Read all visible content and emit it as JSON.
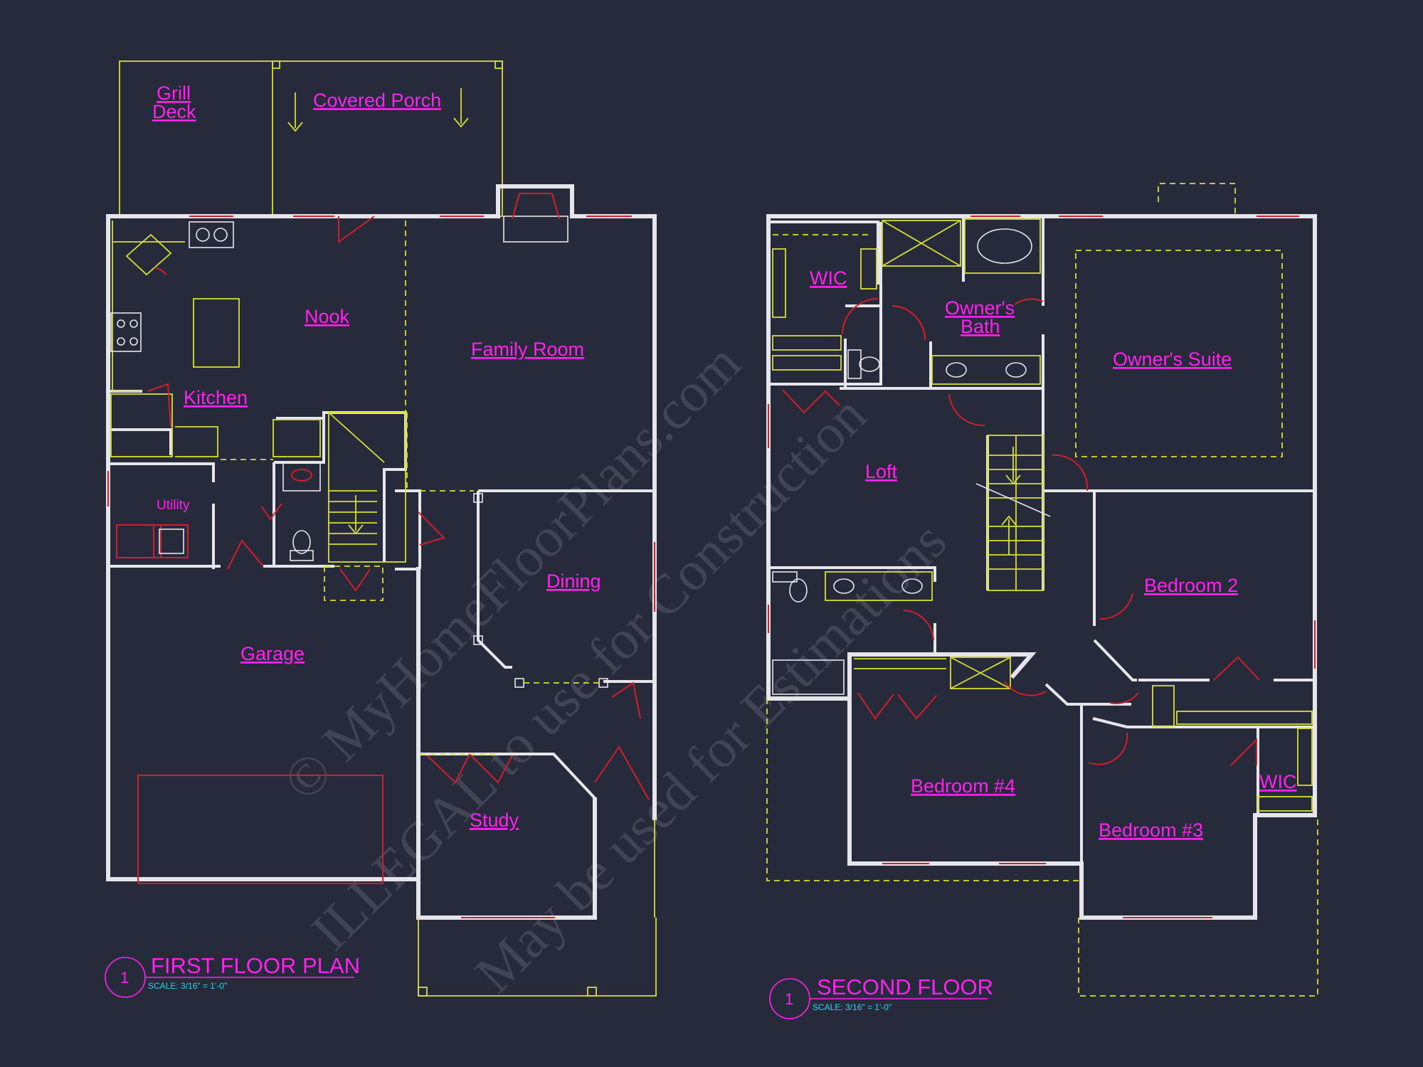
{
  "first_floor": {
    "title": "FIRST FLOOR PLAN",
    "scale": "SCALE: 3/16\" = 1'-0\"",
    "number": "1",
    "rooms": {
      "grill_deck_line1": "Grill",
      "grill_deck_line2": "Deck",
      "covered_porch": "Covered Porch",
      "nook": "Nook",
      "family_room": "Family Room",
      "kitchen": "Kitchen",
      "utility": "Utility",
      "dining": "Dining",
      "garage": "Garage",
      "study": "Study"
    }
  },
  "second_floor": {
    "title": "SECOND FLOOR",
    "scale": "SCALE: 3/16\" = 1'-0\"",
    "number": "1",
    "rooms": {
      "wic_upper": "WIC",
      "owners_bath_line1": "Owner's",
      "owners_bath_line2": "Bath",
      "owners_suite": "Owner's Suite",
      "loft": "Loft",
      "bedroom_2": "Bedroom 2",
      "bedroom_4": "Bedroom #4",
      "bedroom_3": "Bedroom #3",
      "wic_lower": "WIC"
    }
  },
  "watermark": {
    "line1": "© MyHomeFloorPlans.com",
    "line2": "ILLEGAL to use for Construction",
    "line3": "May be used for Estimations"
  },
  "colors": {
    "background": "#262a3b",
    "walls": "#e6e6ea",
    "labels": "#ff22ee",
    "fixtures": "#d6df34",
    "doors_windows": "#d01f2a",
    "scale_text": "#27d8e8"
  }
}
